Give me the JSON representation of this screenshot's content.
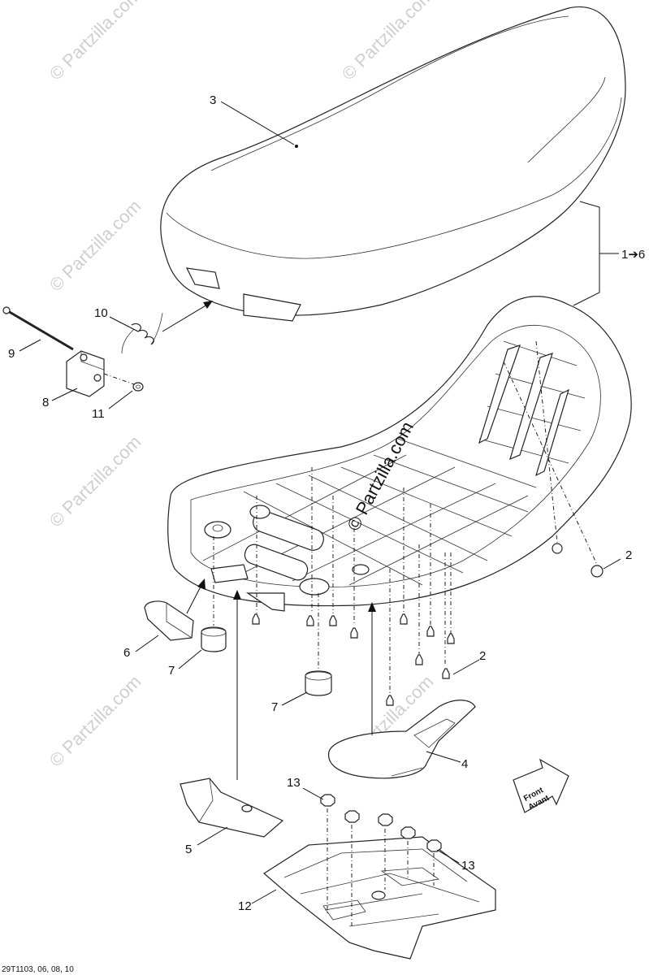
{
  "watermark": {
    "text": "© Partzilla.com",
    "center_text": "© Partzilla.com"
  },
  "callouts": {
    "c1": "1",
    "c1_range": "1➔6",
    "c2a": "2",
    "c2b": "2",
    "c3": "3",
    "c4": "4",
    "c5": "5",
    "c6": "6",
    "c7a": "7",
    "c7b": "7",
    "c8": "8",
    "c9": "9",
    "c10": "10",
    "c11": "11",
    "c12": "12",
    "c13a": "13",
    "c13b": "13"
  },
  "direction": {
    "line1": "Front",
    "line2": "Avant"
  },
  "footer": {
    "code": "29T1103, 06, 08, 10"
  }
}
